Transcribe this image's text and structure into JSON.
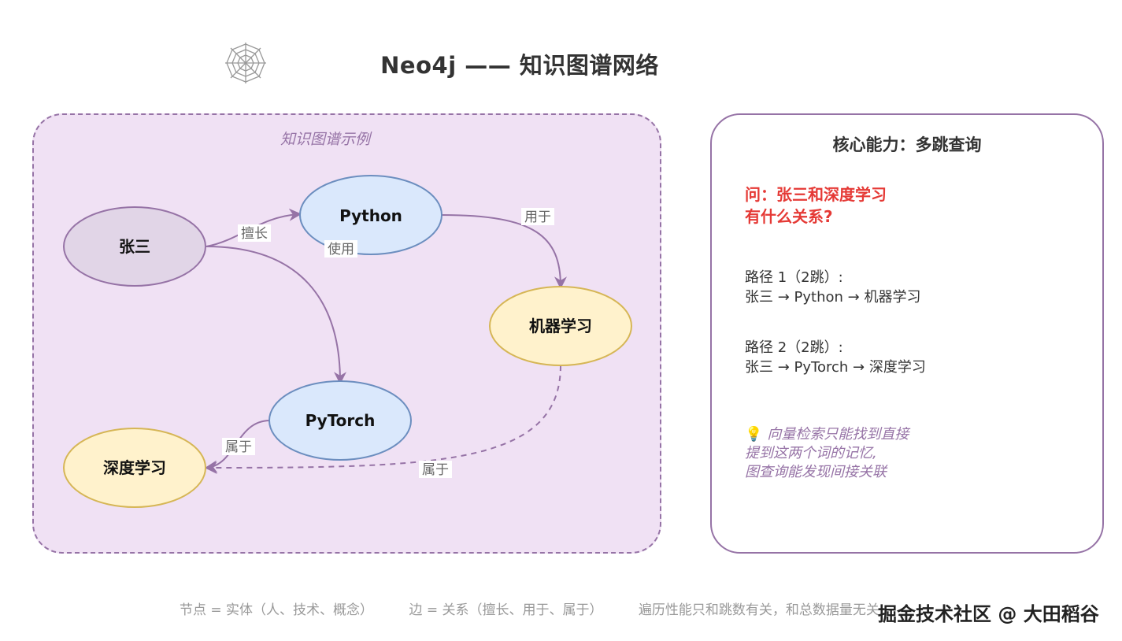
{
  "title": "Neo4j —— 知识图谱网络",
  "title_icon": "spider-web-icon",
  "example": {
    "title": "知识图谱示例",
    "nodes": {
      "zhangsan": "张三",
      "python": "Python",
      "ml": "机器学习",
      "pytorch": "PyTorch",
      "dl": "深度学习"
    },
    "edges": {
      "zhangsan_python": "擅长",
      "pytorch_python": "使用",
      "python_ml": "用于",
      "pytorch_dl": "属于",
      "ml_dl": "属于"
    },
    "colors": {
      "frame": "#9673a6",
      "frame_fill": "#f0e1f4",
      "person_fill": "#e1d5e7",
      "tech_fill": "#dae8fc",
      "tech_stroke": "#6c8ebf",
      "concept_fill": "#fff2cc",
      "concept_stroke": "#d6b656"
    }
  },
  "panel": {
    "title": "核心能力：多跳查询",
    "question_line1": "问：张三和深度学习",
    "question_line2": "有什么关系?",
    "path1_title": "路径 1（2跳）:",
    "path1_route": "张三 → Python → 机器学习",
    "path2_title": "路径 2（2跳）:",
    "path2_route": "张三 → PyTorch → 深度学习",
    "tip_icon": "lightbulb-icon",
    "tip_line1": "向量检索只能找到直接",
    "tip_line2": "提到这两个词的记忆,",
    "tip_line3": "图查询能发现间接关联",
    "colors": {
      "question": "#e53935",
      "tip": "#9673a6"
    }
  },
  "footer": {
    "nodes_note": "节点 = 实体（人、技术、概念）",
    "edges_note": "边 = 关系（擅长、用于、属于）",
    "traversal_note": "遍历性能只和跳数有关，和总数据量无关"
  },
  "watermark": "掘金技术社区 @ 大田稻谷"
}
